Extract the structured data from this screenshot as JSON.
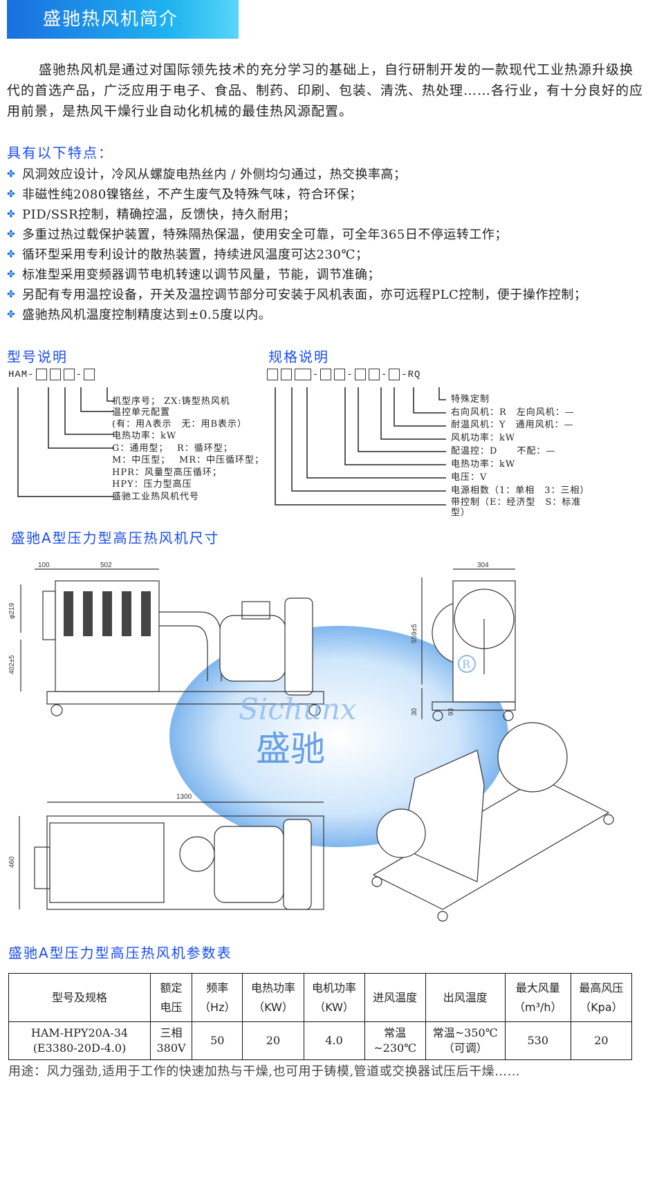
{
  "header": {
    "title": "盛驰热风机简介"
  },
  "intro": "盛驰热风机是通过对国际领先技术的充分学习的基础上，自行研制开发的一款现代工业热源升级换代的首选产品，广泛应用于电子、食品、制药、印刷、包装、清洗、热处理……各行业，有十分良好的应用前景，是热风干燥行业自动化机械的最佳热风源配置。",
  "features": {
    "title": "具有以下特点：",
    "bullet_icon": "flower-bullet-icon",
    "items": [
      "风洞效应设计，冷风从螺旋电热丝内 / 外侧均匀通过，热交换率高；",
      "非磁性纯2080镍铬丝，不产生废气及特殊气味，符合环保；",
      "PID/SSR控制，精确控温，反馈快，持久耐用；",
      "多重过热过载保护装置，特殊隔热保温，使用安全可靠，可全年365日不停运转工作；",
      "循环型采用专利设计的散热装置，持续进风温度可达230℃；",
      "标准型采用变频器调节电机转速以调节风量，节能，调节准确；",
      "另配有专用温控设备，开关及温控调节部分可安装于风机表面，亦可远程PLC控制，便于操作控制；",
      "盛驰热风机温度控制精度达到±0.5度以内。"
    ]
  },
  "model": {
    "title": "型号说明",
    "prefix": "HAM-",
    "dash": "-",
    "labels": [
      "机型序号； ZX:铸型热风机",
      "温控单元配置",
      "(有：用A表示　无：用B表示）",
      "电热功率：kW",
      "G：通用型；　 R：循环型；",
      "M：中压型；　 MR：中压循环型；",
      "HPR：风量型高压循环；",
      "HPY：压力型高压",
      "盛驰工业热风机代号"
    ]
  },
  "spec": {
    "title": "规格说明",
    "suffix": "RQ",
    "labels": [
      "特殊定制",
      "右向风机：R　左向风机：—",
      "耐温风机：Y　通用风机：—",
      "风机功率：kW",
      "配温控：D　　不配：—",
      "电热功率：kW",
      "电压：V",
      "电源相数（1：单相　3：三相）",
      "带控制（E：经济型　S：标准",
      "型）"
    ]
  },
  "drawing": {
    "title": "盛驰A型压力型高压热风机尺寸",
    "dims": {
      "a": "100",
      "b": "502",
      "c": "φ219",
      "d": "402±5",
      "e": "304",
      "f": "559±5",
      "g": "30",
      "h": "93",
      "i": "1300",
      "j": "460"
    },
    "watermark": {
      "latin": "Sichunx",
      "cn": "盛驰",
      "mark": "R"
    }
  },
  "table": {
    "title": "盛驰A型压力型高压热风机参数表",
    "headers": [
      [
        "型号及规格",
        ""
      ],
      [
        "额定",
        "电压"
      ],
      [
        "频率",
        "（Hz）"
      ],
      [
        "电热功率",
        "（KW）"
      ],
      [
        "电机功率",
        "（KW）"
      ],
      [
        "进风温度",
        ""
      ],
      [
        "出风温度",
        ""
      ],
      [
        "最大风量",
        "（m³/h）"
      ],
      [
        "最高风压",
        "（Kpa）"
      ]
    ],
    "row": [
      [
        "HAM-HPY20A-34",
        "(E3380-20D-4.0)"
      ],
      [
        "三相",
        "380V"
      ],
      [
        "50",
        ""
      ],
      [
        "20",
        ""
      ],
      [
        "4.0",
        ""
      ],
      [
        "常温",
        "~230℃"
      ],
      [
        "常温~350℃",
        "（可调）"
      ],
      [
        "530",
        ""
      ],
      [
        "20",
        ""
      ]
    ]
  },
  "usage": "用途：风力强劲,适用于工作的快速加热与干燥,也可用于铸模,管道或交换器试压后干燥……"
}
